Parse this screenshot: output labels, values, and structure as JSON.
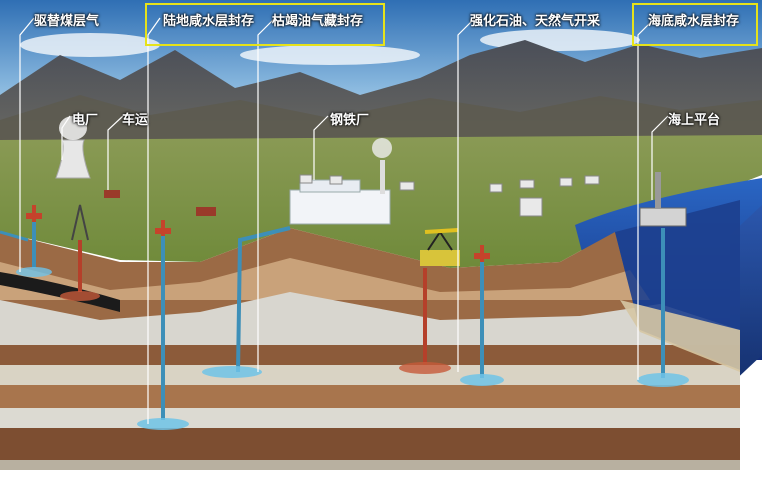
{
  "labels": {
    "coal_bed": "驱替煤层气",
    "onshore_saline": "陆地咸水层封存",
    "depleted_oil_gas": "枯竭油气藏封存",
    "eor_egr": "强化石油、天然气开采",
    "offshore_saline": "海底咸水层封存",
    "power_plant": "电厂",
    "transport": "车运",
    "steel_plant": "钢铁厂",
    "offshore_platform": "海上平台"
  },
  "colors": {
    "highlight_box": "#e6e21a",
    "injection_well": "#3d8fb8",
    "production_well": "#c5432b",
    "sea": "#1f4fa8"
  }
}
